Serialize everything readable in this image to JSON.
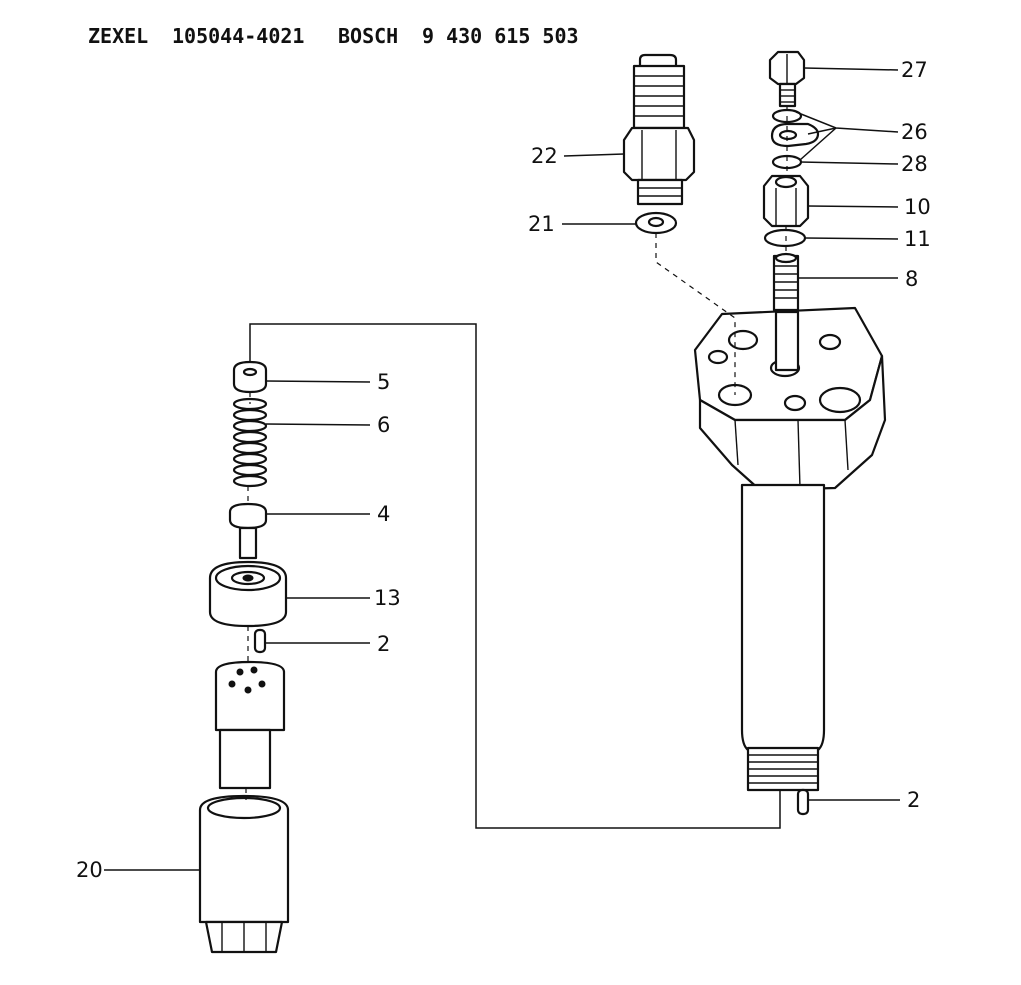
{
  "header": {
    "brand_1": "ZEXEL",
    "part_no_1": "105044-4021",
    "brand_2": "BOSCH",
    "part_no_2": "9 430 615 503"
  },
  "callouts": {
    "c27": "27",
    "c26": "26",
    "c28": "28",
    "c22": "22",
    "c10": "10",
    "c21": "21",
    "c11": "11",
    "c8": "8",
    "c5": "5",
    "c6": "6",
    "c4": "4",
    "c13": "13",
    "c2a": "2",
    "c2b": "2",
    "c20": "20"
  }
}
